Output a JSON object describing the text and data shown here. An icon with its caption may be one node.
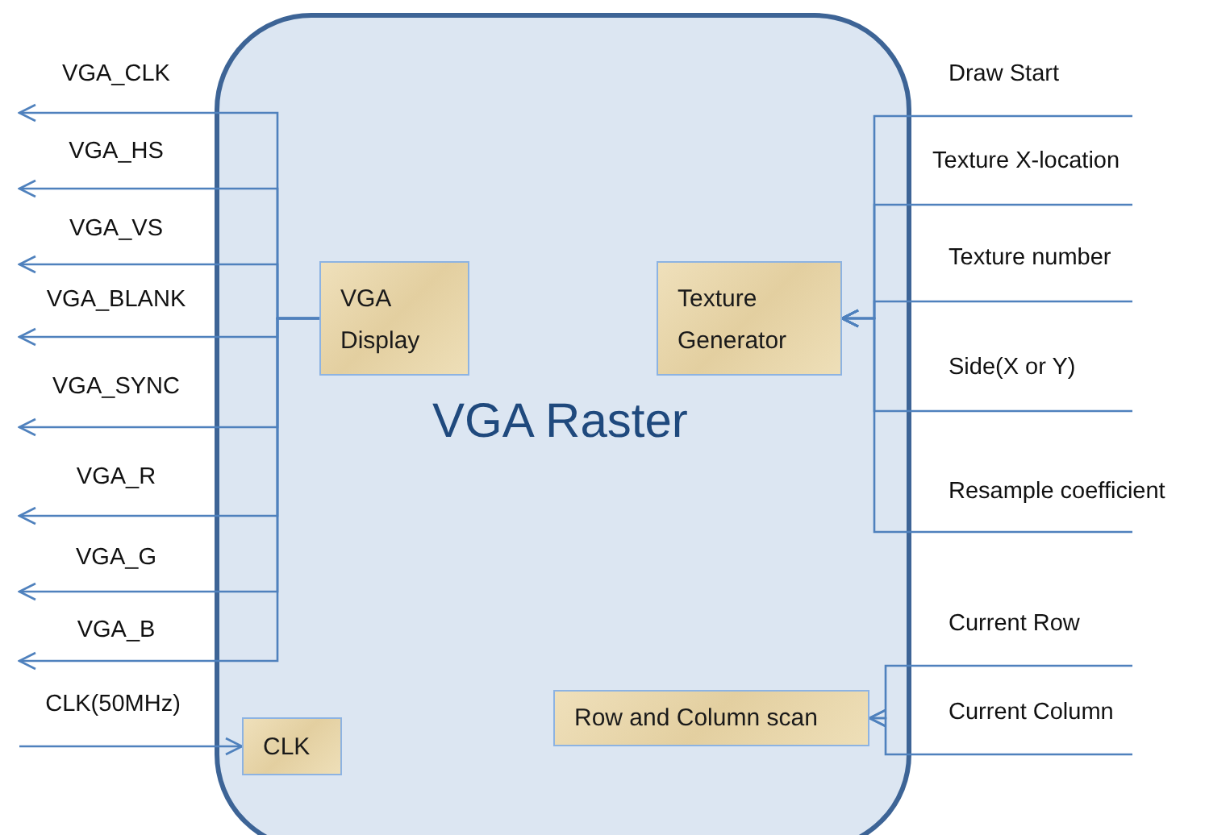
{
  "diagram": {
    "nodes": [
      {
        "text": [
          "VGA Raster"
        ]
      },
      {
        "text": [
          "VGA Display"
        ],
        "in": 0
      },
      {
        "text": [
          "Texture Generator"
        ],
        "in": 0
      },
      {
        "text": [
          "CLK"
        ],
        "in": 0
      },
      {
        "text": [
          "Row and Column scan"
        ],
        "in": 0
      }
    ],
    "edges": [
      {
        "from": 1,
        "to": null,
        "arrow": "to",
        "label": "VGA_CLK"
      },
      {
        "from": 1,
        "to": null,
        "arrow": "to",
        "label": "VGA_HS"
      },
      {
        "from": 1,
        "to": null,
        "arrow": "to",
        "label": "VGA_VS"
      },
      {
        "from": 1,
        "to": null,
        "arrow": "to",
        "label": "VGA_BLANK"
      },
      {
        "from": 1,
        "to": null,
        "arrow": "to",
        "label": "VGA_SYNC"
      },
      {
        "from": 1,
        "to": null,
        "arrow": "to",
        "label": "VGA_R"
      },
      {
        "from": 1,
        "to": null,
        "arrow": "to",
        "label": "VGA_G"
      },
      {
        "from": 1,
        "to": null,
        "arrow": "to",
        "label": "VGA_B"
      },
      {
        "from": null,
        "to": 3,
        "arrow": "to",
        "label": "CLK(50MHz)"
      },
      {
        "from": null,
        "to": 2,
        "arrow": "to",
        "label": "Draw Start"
      },
      {
        "from": null,
        "to": 2,
        "arrow": "to",
        "label": "Texture X-location"
      },
      {
        "from": null,
        "to": 2,
        "arrow": "to",
        "label": "Texture number"
      },
      {
        "from": null,
        "to": 2,
        "arrow": "to",
        "label": "Side(X or Y)"
      },
      {
        "from": null,
        "to": 2,
        "arrow": "to",
        "label": "Resample coefficient"
      },
      {
        "from": null,
        "to": 4,
        "arrow": "to",
        "label": "Current Row"
      },
      {
        "from": null,
        "to": 4,
        "arrow": "to",
        "label": "Current Column"
      }
    ]
  }
}
